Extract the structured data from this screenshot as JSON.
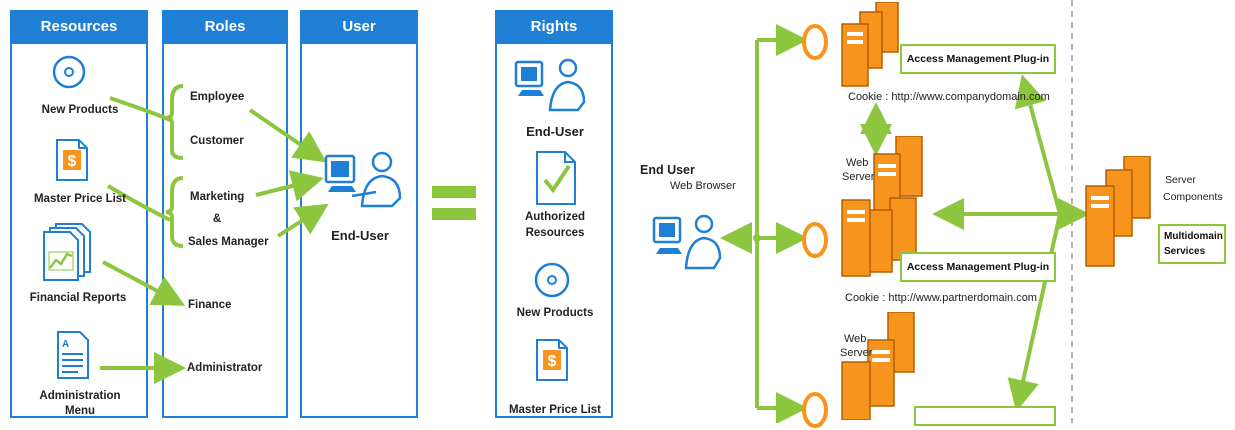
{
  "left_diagram": {
    "headers": {
      "resources": "Resources",
      "roles": "Roles",
      "user": "User",
      "rights": "Rights"
    },
    "resources": [
      "New Products",
      "Master Price List",
      "Financial Reports",
      "Administration",
      "Menu"
    ],
    "roles": [
      "Employee",
      "Customer",
      "Marketing",
      "&",
      "Sales Manager",
      "Finance",
      "Administrator"
    ],
    "user": "End-User",
    "rights": [
      "End-User",
      "Authorized",
      "Resources",
      "New Products",
      "Master Price List"
    ]
  },
  "right_diagram": {
    "end_user": "End User",
    "web_browser": "Web Browser",
    "plugin_label": "Access Management Plug-in",
    "cookie_1": "Cookie : http://www.companydomain.com",
    "cookie_2": "Cookie : http://www.partnerdomain.com",
    "web_server": [
      "Web",
      "Server"
    ],
    "server_components": [
      "Server",
      "Components"
    ],
    "multidomain": [
      "Multidomain",
      "Services"
    ]
  },
  "colors": {
    "blue": "#1f7fd4",
    "green": "#8cc63f",
    "orange": "#f7941d"
  }
}
